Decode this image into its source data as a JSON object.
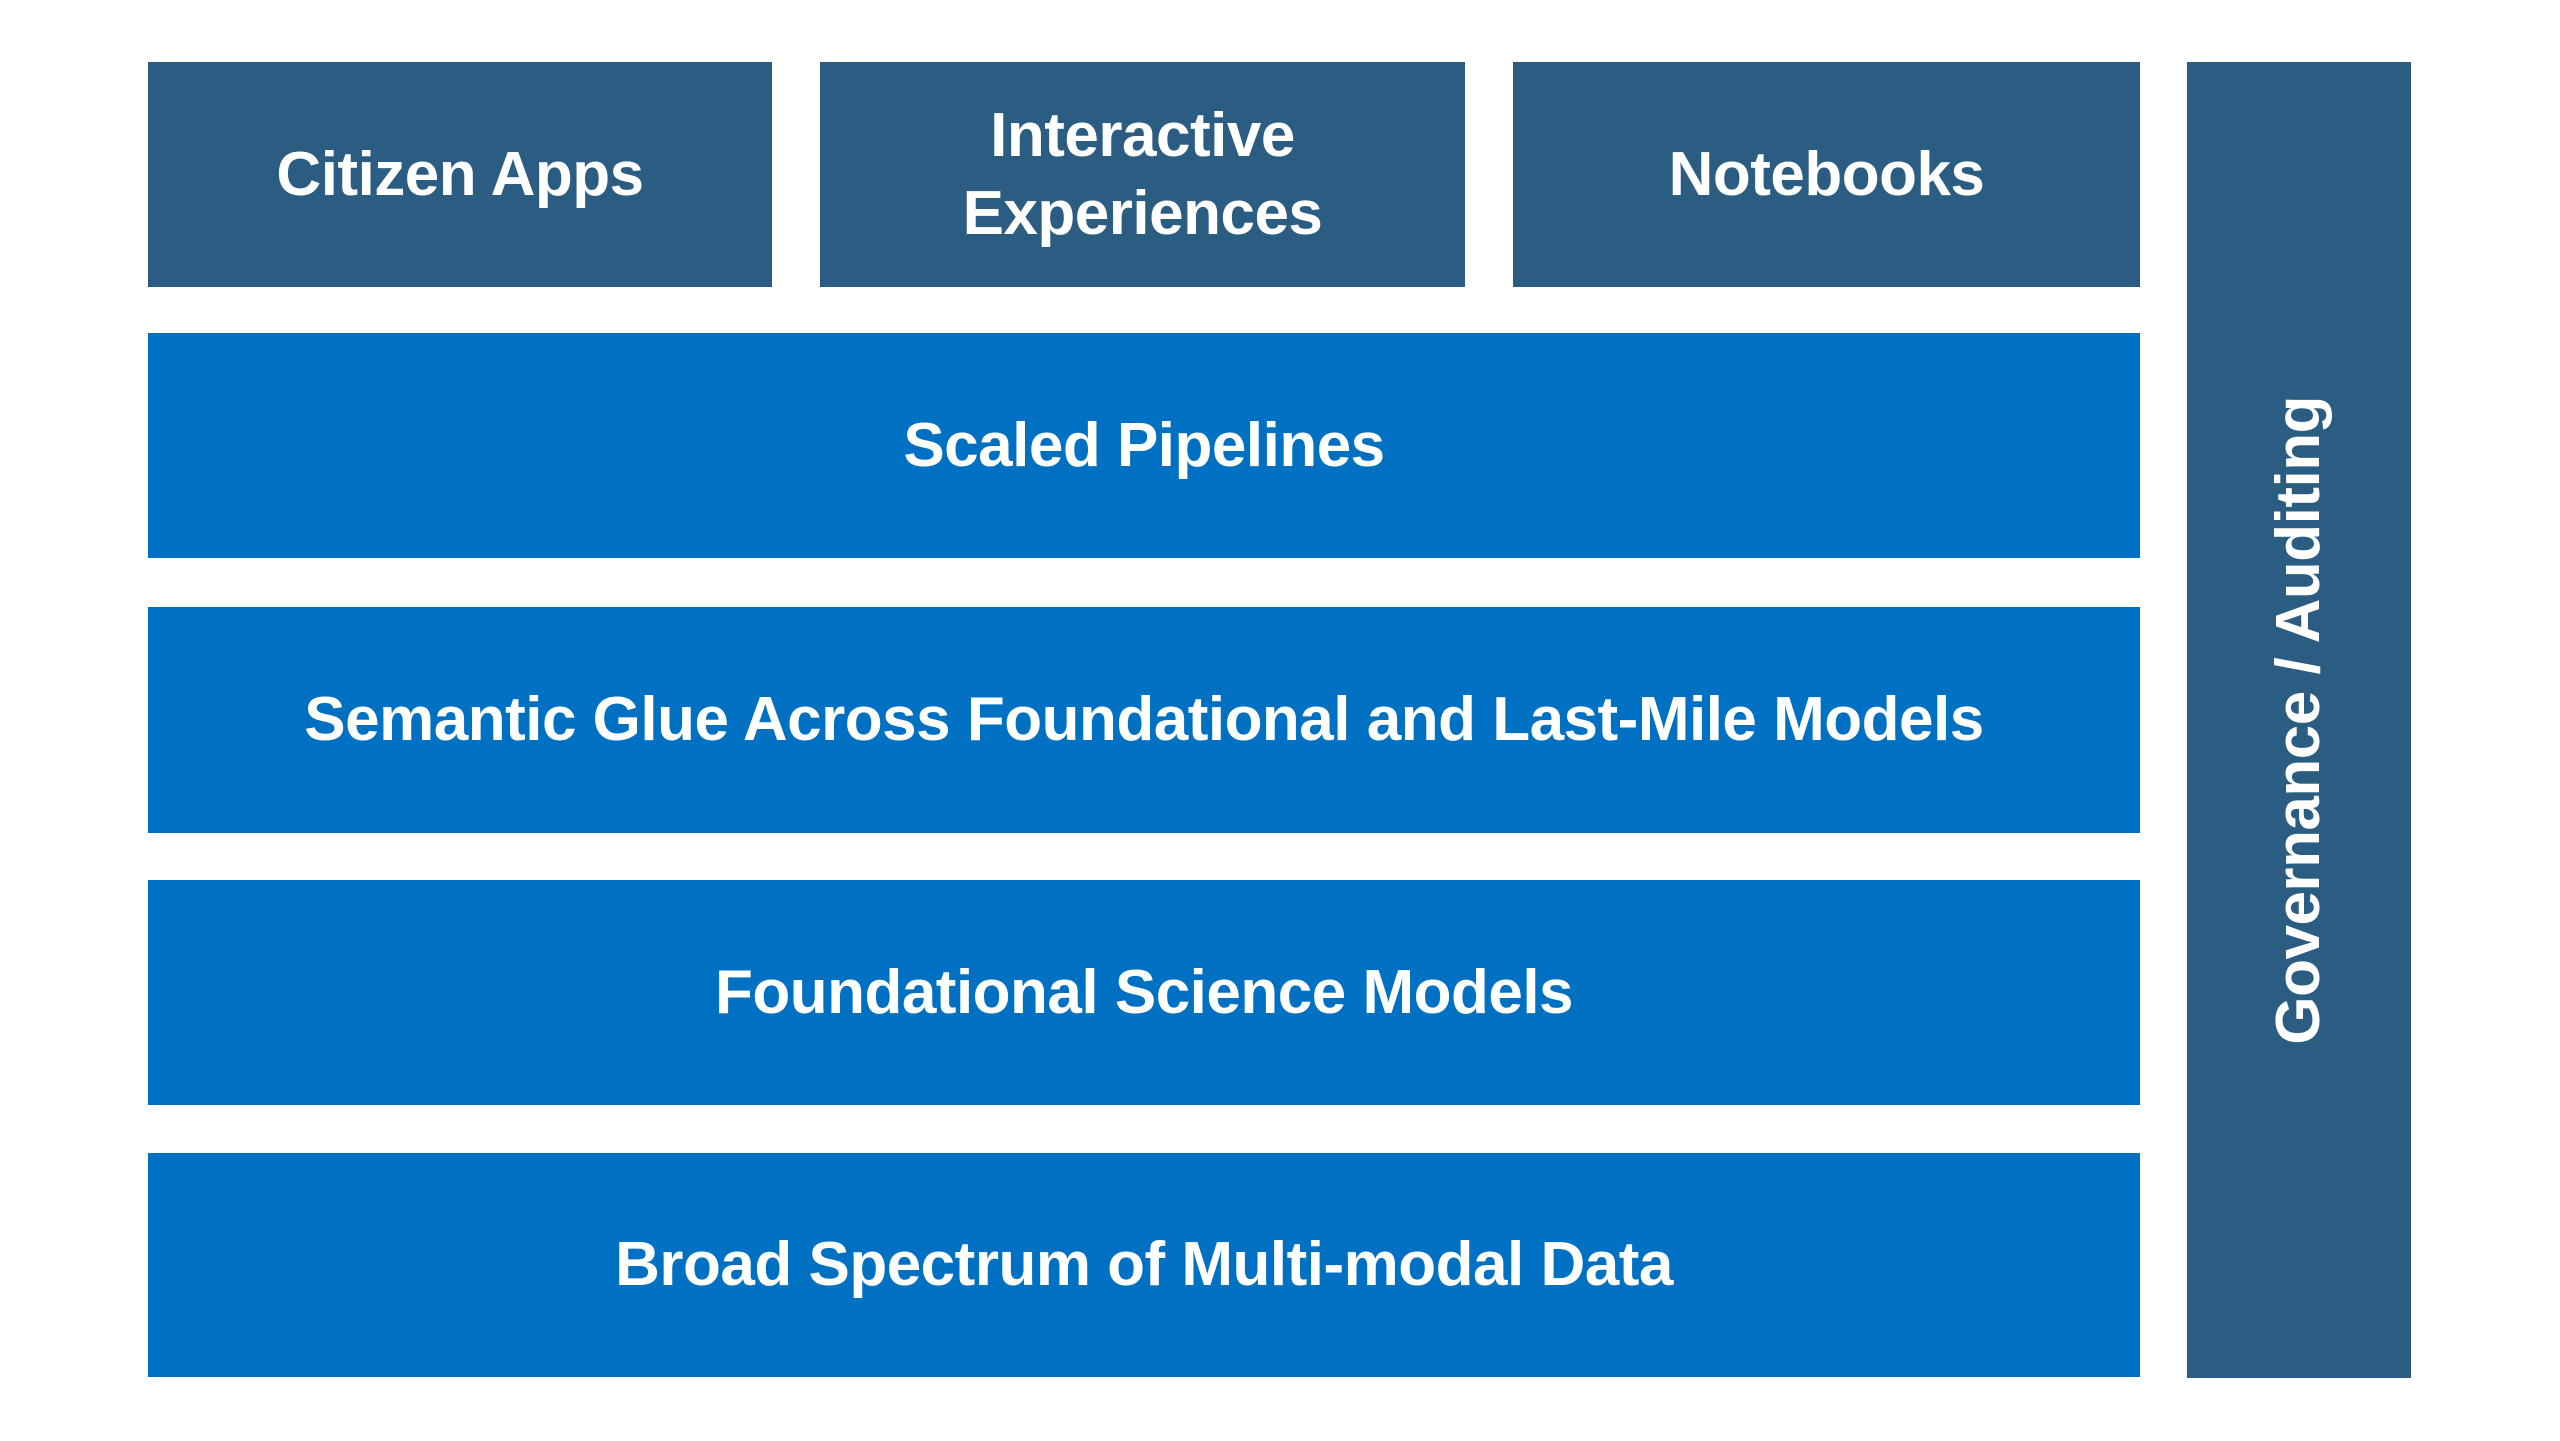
{
  "colors": {
    "dark_blue": "#2B5C82",
    "bright_blue": "#0071C2",
    "text": "#FFFFFF",
    "background": "#FFFFFF"
  },
  "top_row": [
    {
      "label": "Citizen Apps"
    },
    {
      "label": "Interactive Experiences"
    },
    {
      "label": "Notebooks"
    }
  ],
  "layers": [
    {
      "label": "Scaled Pipelines"
    },
    {
      "label": "Semantic Glue Across Foundational and Last-Mile Models"
    },
    {
      "label": "Foundational Science Models"
    },
    {
      "label": "Broad Spectrum of Multi-modal Data"
    }
  ],
  "sidebar": {
    "label": "Governance / Auditing"
  }
}
